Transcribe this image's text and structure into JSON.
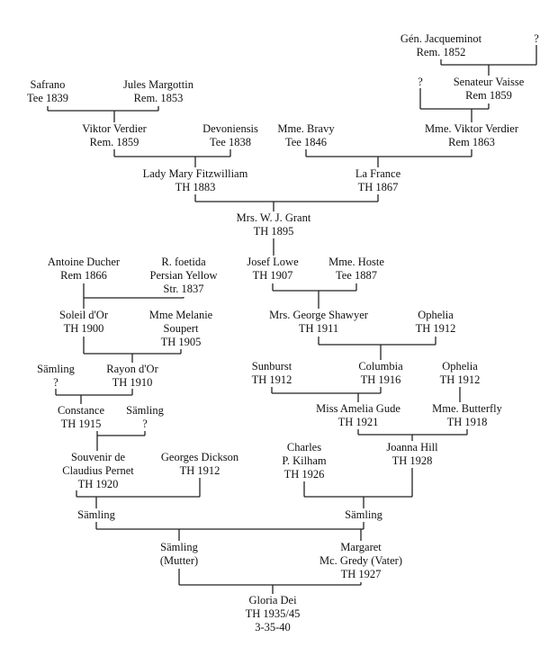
{
  "nodes": {
    "jacqueminot": [
      "Gén. Jacqueminot",
      "Rem. 1852"
    ],
    "q_top": [
      "?"
    ],
    "safrano": [
      "Safrano",
      "Tee 1839"
    ],
    "margottin": [
      "Jules Margottin",
      "Rem. 1853"
    ],
    "q_vaisse": [
      "?"
    ],
    "vaisse": [
      "Senateur Vaisse",
      "Rem 1859"
    ],
    "verdier": [
      "Viktor Verdier",
      "Rem. 1859"
    ],
    "devoniensis": [
      "Devoniensis",
      "Tee 1838"
    ],
    "bravy": [
      "Mme. Bravy",
      "Tee 1846"
    ],
    "mme_verdier": [
      "Mme. Viktor Verdier",
      "Rem 1863"
    ],
    "fitzwilliam": [
      "Lady Mary Fitzwilliam",
      "TH 1883"
    ],
    "la_france": [
      "La France",
      "TH 1867"
    ],
    "grant": [
      "Mrs. W. J. Grant",
      "TH 1895"
    ],
    "ducher": [
      "Antoine Ducher",
      "Rem 1866"
    ],
    "foetida": [
      "R. foetida",
      "Persian Yellow",
      "Str. 1837"
    ],
    "lowe": [
      "Josef Lowe",
      "TH 1907"
    ],
    "hoste": [
      "Mme. Hoste",
      "Tee 1887"
    ],
    "soleil": [
      "Soleil d'Or",
      "TH 1900"
    ],
    "soupert": [
      "Mme Melanie",
      "Soupert",
      "TH 1905"
    ],
    "shawyer": [
      "Mrs. George Shawyer",
      "TH 1911"
    ],
    "ophelia1": [
      "Ophelia",
      "TH 1912"
    ],
    "samling1": [
      "Sämling",
      "?"
    ],
    "rayon": [
      "Rayon d'Or",
      "TH 1910"
    ],
    "sunburst": [
      "Sunburst",
      "TH 1912"
    ],
    "columbia": [
      "Columbia",
      "TH 1916"
    ],
    "ophelia2": [
      "Ophelia",
      "TH 1912"
    ],
    "constance": [
      "Constance",
      "TH 1915"
    ],
    "samling2": [
      "Sämling",
      "?"
    ],
    "gude": [
      "Miss Amelia Gude",
      "TH 1921"
    ],
    "butterfly": [
      "Mme. Butterfly",
      "TH 1918"
    ],
    "pernet": [
      "Souvenir de",
      "Claudius Pernet",
      "TH 1920"
    ],
    "dickson": [
      "Georges Dickson",
      "TH 1912"
    ],
    "kilham": [
      "Charles",
      "P. Kilham",
      "TH 1926"
    ],
    "joanna": [
      "Joanna Hill",
      "TH 1928"
    ],
    "samling3": [
      "Sämling"
    ],
    "samling4": [
      "Sämling"
    ],
    "samling_mutter": [
      "Sämling",
      "(Mutter)"
    ],
    "gredy": [
      "Margaret",
      "Mc. Gredy (Vater)",
      "TH 1927"
    ],
    "gloria": [
      "Gloria Dei",
      "TH 1935/45",
      "3-35-40"
    ]
  }
}
